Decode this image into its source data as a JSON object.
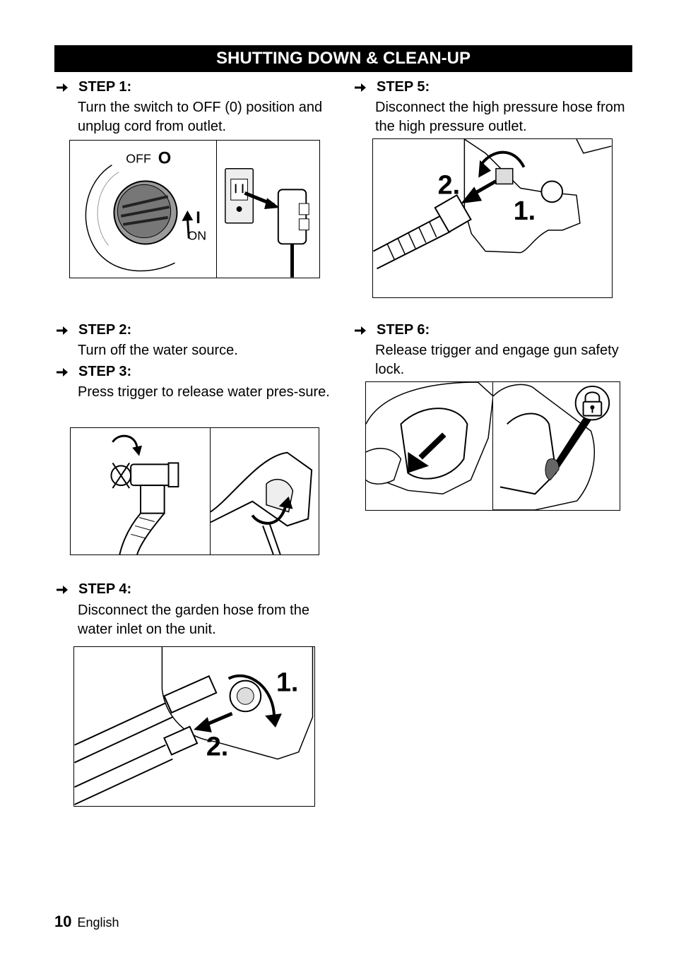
{
  "header": {
    "title": "SHUTTING DOWN & CLEAN-UP"
  },
  "steps": [
    {
      "heading": "STEP 1:",
      "text": "Turn the switch to OFF (0) position and unplug cord from outlet."
    },
    {
      "heading": "STEP 2:",
      "text": "Turn off the water source."
    },
    {
      "heading": "STEP 3:",
      "text": "Press trigger to release water pres-sure."
    },
    {
      "heading": "STEP 4:",
      "text": "Disconnect the garden hose from the water inlet on the unit."
    },
    {
      "heading": "STEP 5:",
      "text": "Disconnect the high pressure hose from the high pressure outlet."
    },
    {
      "heading": "STEP 6:",
      "text": "Release trigger and engage gun safety lock."
    }
  ],
  "figures": {
    "switch": {
      "off_label": "OFF",
      "off_symbol": "O",
      "on_symbol": "I",
      "on_label": "ON"
    },
    "step4": {
      "label_1": "1.",
      "label_2": "2."
    },
    "step5": {
      "label_1": "1.",
      "label_2": "2."
    }
  },
  "footer": {
    "page_number": "10",
    "language": "English"
  }
}
